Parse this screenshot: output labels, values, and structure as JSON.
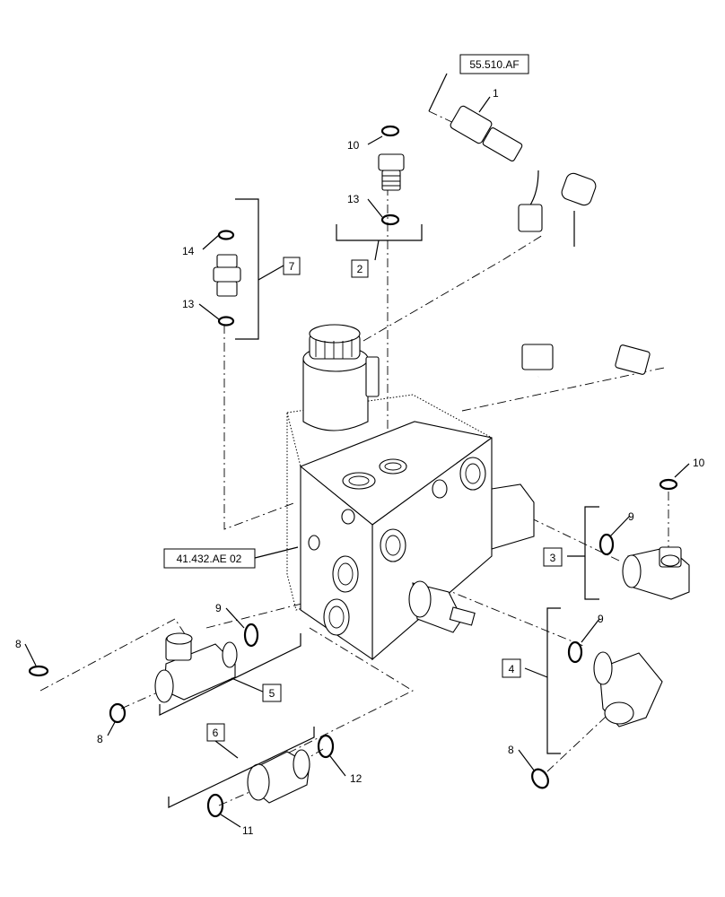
{
  "refs": {
    "ref_top": "55.510.AF",
    "ref_side": "41.432.AE 02"
  },
  "callouts": {
    "c1": "1",
    "c2": "2",
    "c3": "3",
    "c4": "4",
    "c5": "5",
    "c6": "6",
    "c7": "7",
    "c8a": "8",
    "c8b": "8",
    "c8c": "8",
    "c9a": "9",
    "c9b": "9",
    "c9c": "9",
    "c10a": "10",
    "c10b": "10",
    "c11": "11",
    "c12": "12",
    "c13a": "13",
    "c13b": "13",
    "c14": "14"
  }
}
